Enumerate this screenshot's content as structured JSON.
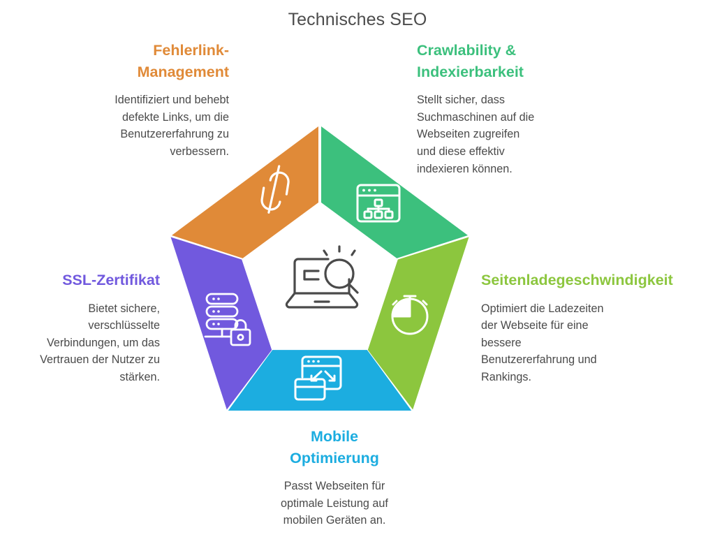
{
  "page": {
    "title": "Technisches SEO",
    "background": "#ffffff",
    "title_color": "#4c4c4c"
  },
  "center": {
    "icon": "laptop-search-icon",
    "icon_color": "#4a4a4a"
  },
  "segments": [
    {
      "id": "crawlability",
      "icon": "sitemap-browser-icon",
      "color": "#3CC07D",
      "title": "Crawlability &\nIndexierbarkeit",
      "title_line1": "Crawlability &",
      "title_line2": "Indexierbarkeit",
      "description": "Stellt sicher, dass\nSuchmaschinen auf die\nWebseiten zugreifen\nund diese effektiv\nindexieren können."
    },
    {
      "id": "pagespeed",
      "icon": "stopwatch-icon",
      "color": "#8CC63E",
      "title": "Seitenladegeschwindigkeit",
      "description": "Optimiert die Ladezeiten\nder Webseite für eine\nbessere\nBenutzererfahrung und\nRankings."
    },
    {
      "id": "mobile",
      "icon": "responsive-devices-icon",
      "color": "#1CADE0",
      "title": "Mobile\nOptimierung",
      "title_line1": "Mobile",
      "title_line2": "Optimierung",
      "description": "Passt Webseiten für\noptimale Leistung auf\nmobilen Geräten an."
    },
    {
      "id": "ssl",
      "icon": "server-lock-icon",
      "color": "#7159DE",
      "title": "SSL-Zertifikat",
      "description": "Bietet sichere,\nverschlüsselte\nVerbindungen, um das\nVertrauen der Nutzer zu\nstärken."
    },
    {
      "id": "broken-links",
      "icon": "broken-link-icon",
      "color": "#E08A38",
      "title": "Fehlerlink-\nManagement",
      "title_line1": "Fehlerlink-",
      "title_line2": "Management",
      "description": "Identifiziert und behebt\ndefekte Links, um die\nBenutzererfahrung zu\nverbessern."
    }
  ]
}
